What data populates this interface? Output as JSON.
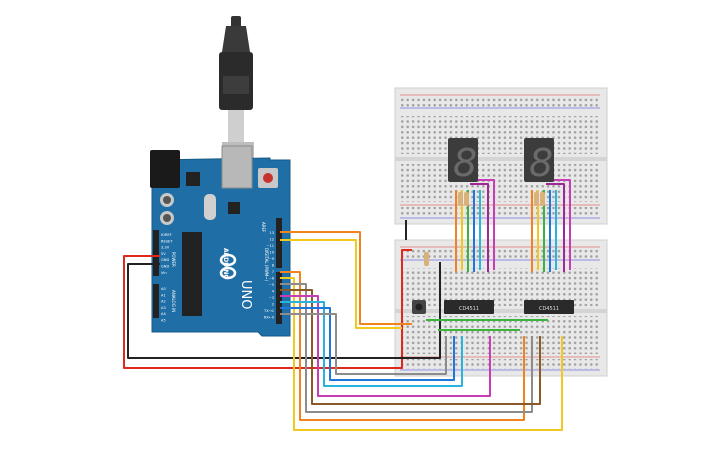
{
  "arduino": {
    "brand": "ARDUINO",
    "model": "UNO",
    "header_digital": "DIGITAL (PWM~)",
    "header_power": "POWER",
    "header_analog": "ANALOG IN",
    "aref": "AREF",
    "gnd": "GND",
    "tx": "TX→1",
    "rx": "RX←0",
    "power_pins": [
      "IOREF",
      "RESET",
      "3.3V",
      "5V",
      "GND",
      "GND",
      "Vin"
    ],
    "analog_pins": [
      "A0",
      "A1",
      "A2",
      "A3",
      "A4",
      "A5"
    ],
    "digital_pins": [
      "13",
      "12",
      "~11",
      "~10",
      "~9",
      "8",
      "7",
      "~6",
      "~5",
      "4",
      "~3",
      "2",
      "TX→1",
      "RX←0"
    ]
  },
  "chips": [
    {
      "label": "CD4511"
    },
    {
      "label": "CD4511"
    }
  ],
  "displays": [
    {
      "digit": "8"
    },
    {
      "digit": "8"
    }
  ],
  "wire_colors": {
    "red": "#e0281e",
    "black": "#222222",
    "orange": "#f0831e",
    "yellow": "#f0c81e",
    "green": "#3cb43c",
    "blue": "#1e78dc",
    "cyan": "#28b4dc",
    "purple": "#a02896",
    "magenta": "#c83cb4",
    "gray": "#8c8c8c",
    "brown": "#8c5a28"
  },
  "colors": {
    "board": "#1f6fa6",
    "breadboard": "#e8e8e8",
    "chip": "#2a2a2a",
    "display": "#3c3c3c"
  }
}
